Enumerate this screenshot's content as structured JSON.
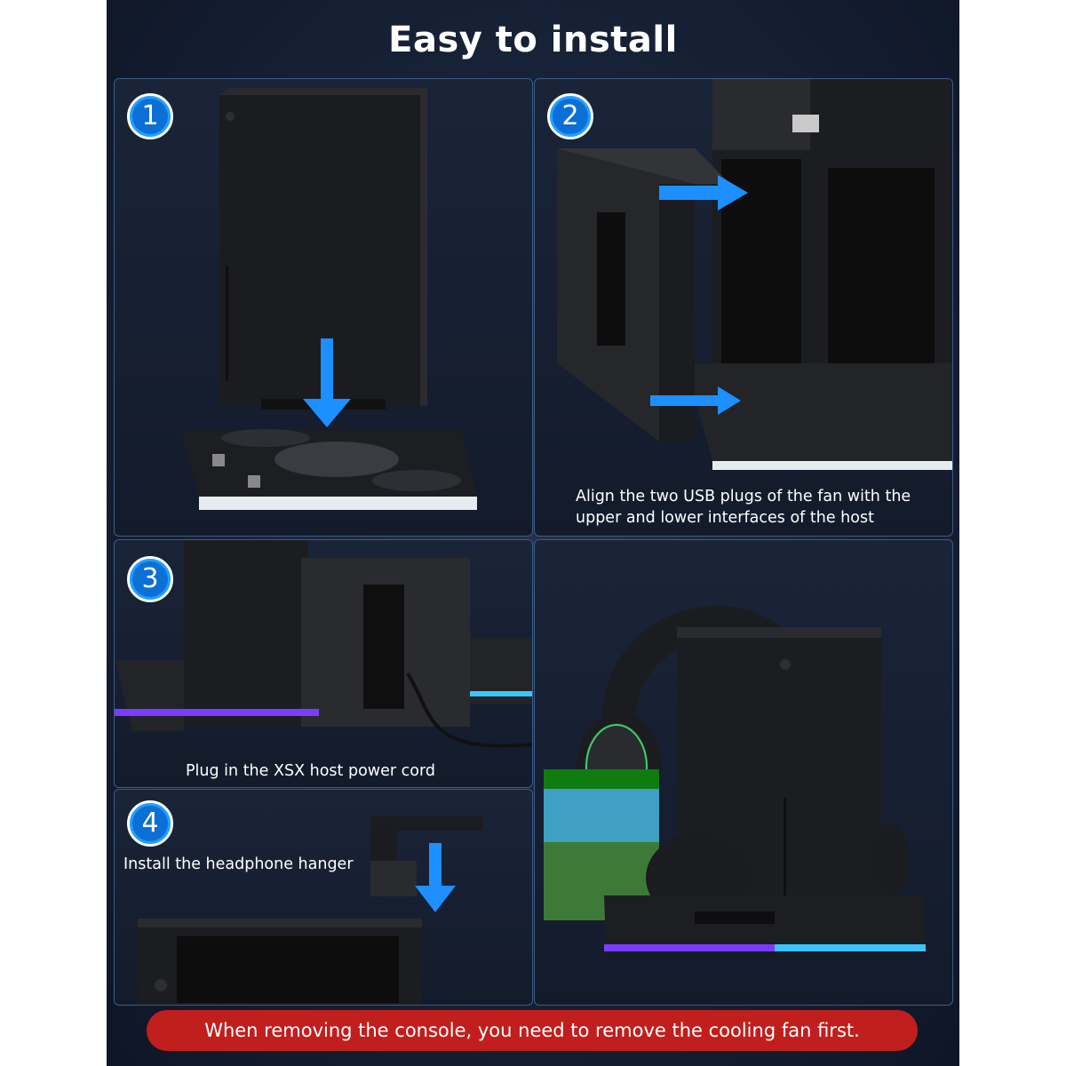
{
  "title": "Easy to install",
  "steps": [
    {
      "number": "1",
      "caption": ""
    },
    {
      "number": "2",
      "caption_line1": "Align the two USB plugs of the fan with the",
      "caption_line2": "upper and lower interfaces of the host"
    },
    {
      "number": "3",
      "caption": "Plug in the XSX host power cord"
    },
    {
      "number": "4",
      "caption": "Install the headphone hanger"
    }
  ],
  "warning": "When removing the console, you need to remove the cooling fan first.",
  "colors": {
    "background": "#172136",
    "panel_border": "#3c5b86",
    "step_badge": "#0c6fd6",
    "arrow": "#1e8fff",
    "warning_banner": "#c01f1d"
  },
  "icons": [
    "step-1-badge",
    "step-2-badge",
    "step-3-badge",
    "step-4-badge",
    "down-arrow-icon",
    "right-arrow-icon"
  ]
}
